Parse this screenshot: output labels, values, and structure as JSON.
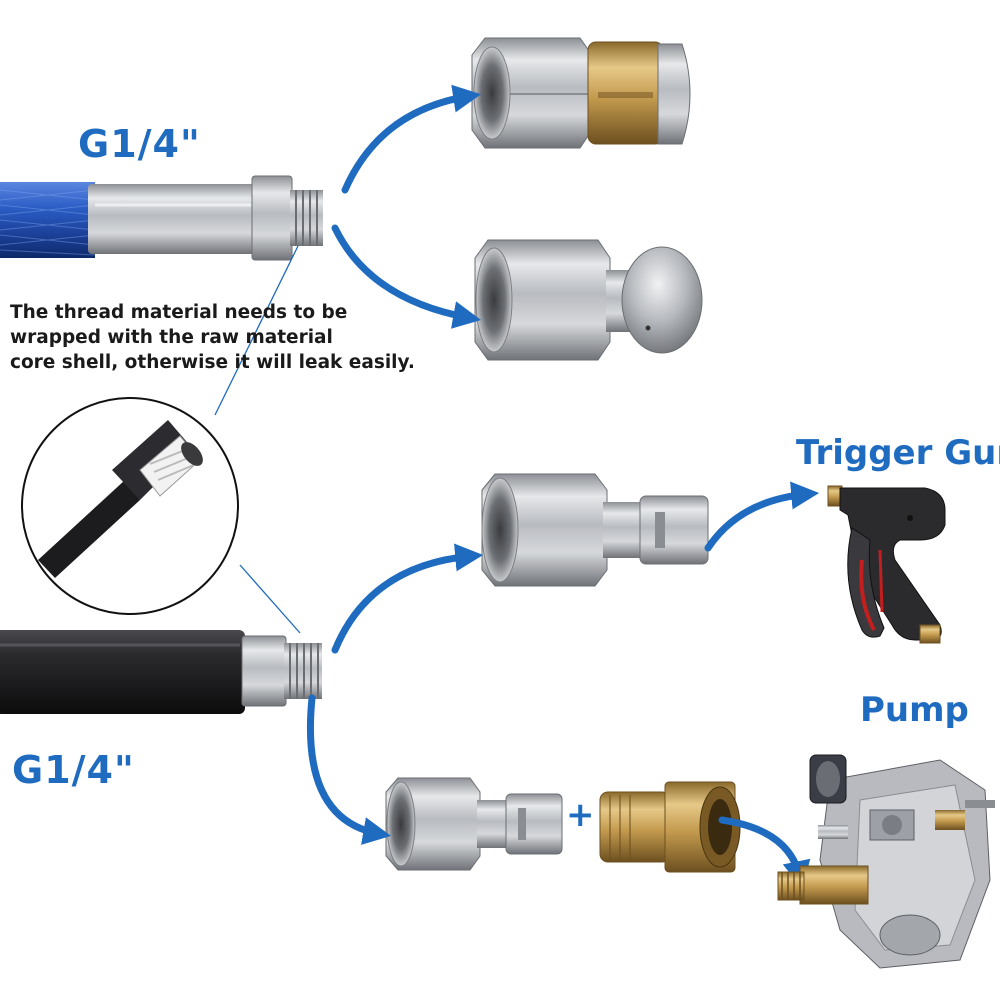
{
  "labels": {
    "thread_top": "G1/4\"",
    "thread_bottom": "G1/4\"",
    "trigger_gun": "Trigger Gun",
    "pump": "Pump",
    "plus": "+"
  },
  "note": {
    "line1": "The thread material needs to be",
    "line2": "wrapped with the raw material",
    "line3": "core shell, otherwise it will leak easily."
  },
  "colors": {
    "accent_blue": "#1e6bc0",
    "hose_blue": "#1f4fb0",
    "hose_black": "#1c1c1e",
    "steel": "#b9bcc0",
    "brass": "#c9a25a"
  }
}
